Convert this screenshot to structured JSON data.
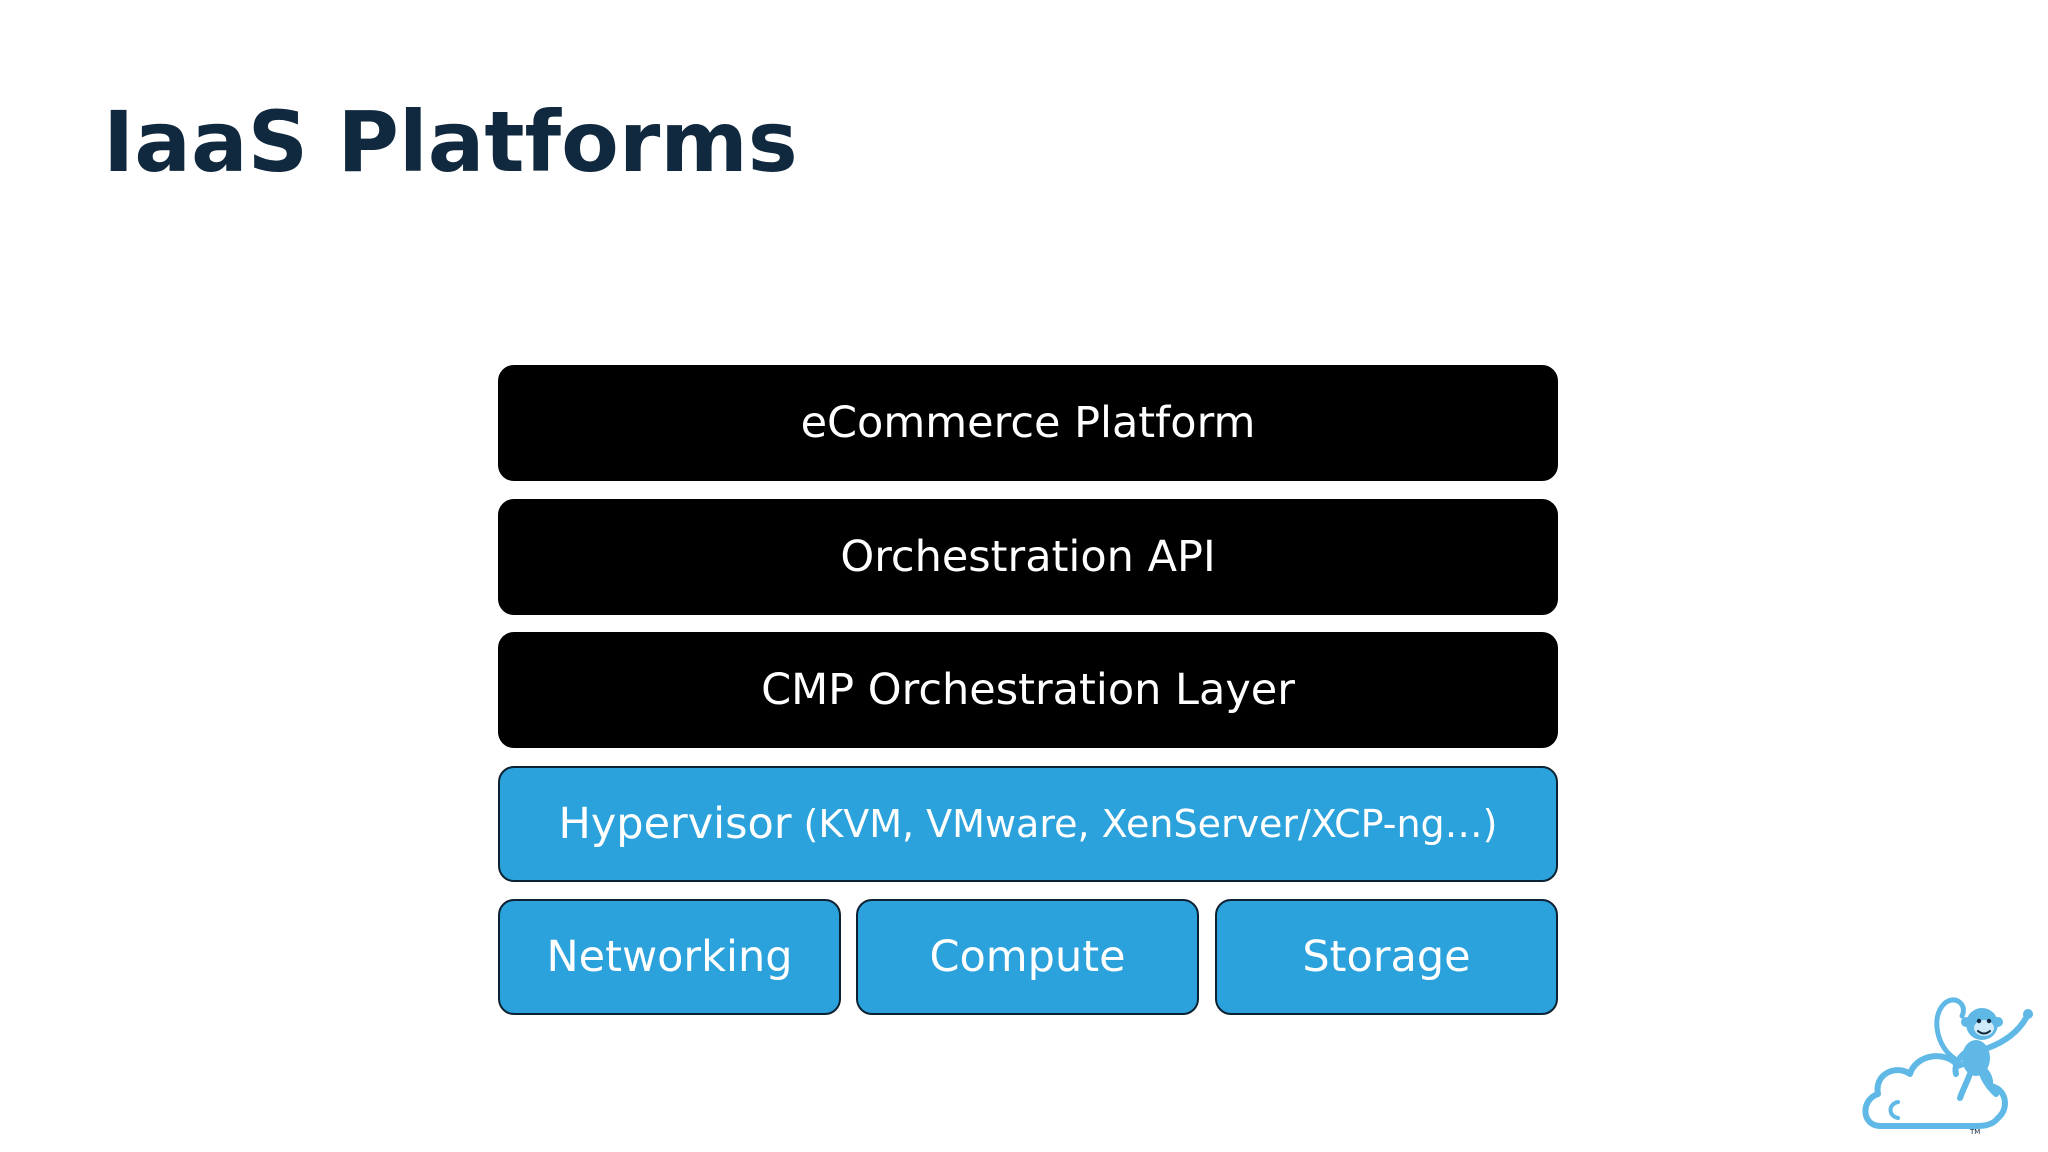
{
  "slide": {
    "title": "IaaS Platforms"
  },
  "stack": {
    "layers": [
      {
        "label": "eCommerce Platform"
      },
      {
        "label": "Orchestration API"
      },
      {
        "label": "CMP Orchestration Layer"
      },
      {
        "label": "Hypervisor",
        "detail": "(KVM, VMware, XenServer/XCP-ng…)"
      }
    ],
    "base": [
      {
        "label": "Networking"
      },
      {
        "label": "Compute"
      },
      {
        "label": "Storage"
      }
    ]
  },
  "logo": {
    "icon": "cloud-monkey-logo",
    "trademark": "TM"
  },
  "colors": {
    "title": "#10293f",
    "dark_layer": "#000000",
    "blue_layer": "#2ca2dc",
    "logo_blue": "#5fb8e6"
  }
}
